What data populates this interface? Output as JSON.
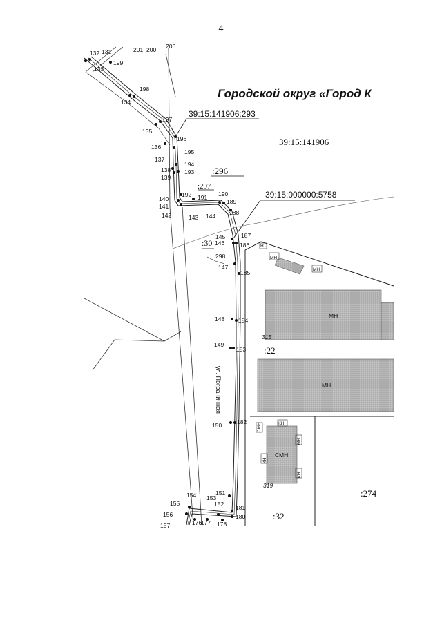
{
  "page_number": "4",
  "district_title": "Городской округ «Город К",
  "street_name": "ул. Пограничная",
  "cadastral_labels": {
    "parcel_293": "39:15:141906:293",
    "quarter": "39:15:141906",
    "parcel_5758": "39:15:000000:5758",
    "parcel_296": ":296",
    "parcel_297": ":297",
    "parcel_30": ":30",
    "parcel_298": "298",
    "parcel_22": ":22",
    "parcel_274": ":274",
    "parcel_32": ":32",
    "num_315": "315",
    "num_319": "319"
  },
  "building_labels": {
    "mn": "МН",
    "smn": "СМН",
    "kn": "КН",
    "n": "Н"
  },
  "points_left": [
    "132",
    "131",
    "133",
    "199",
    "201",
    "200",
    "206",
    "198",
    "134",
    "197",
    "135",
    "196",
    "136",
    "195",
    "137",
    "194",
    "138",
    "193",
    "139",
    "192",
    "191",
    "190",
    "140",
    "189",
    "141",
    "188",
    "142",
    "143",
    "144"
  ],
  "points_right": [
    "145",
    "187",
    "146",
    "186",
    "147",
    "185",
    "148",
    "184",
    "149",
    "183",
    "150",
    "182",
    "151",
    "153",
    "181",
    "152",
    "154",
    "155",
    "156",
    "180",
    "157",
    "176",
    "177",
    "178"
  ]
}
